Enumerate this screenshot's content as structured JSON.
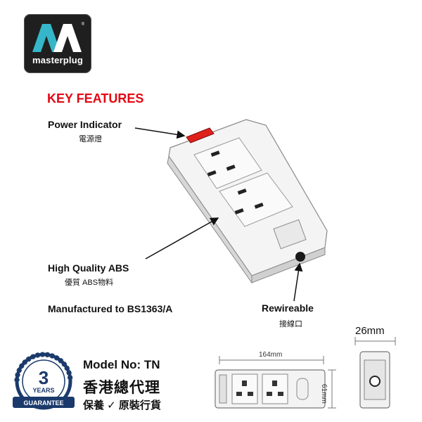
{
  "logo": {
    "name": "masterplug",
    "registered": "®"
  },
  "heading": "KEY FEATURES",
  "features": {
    "power_indicator": {
      "label": "Power Indicator",
      "sub": "電源燈"
    },
    "abs": {
      "label": "High Quality ABS",
      "sub": "優質 ABS物料"
    },
    "standard": {
      "label": "Manufactured to BS1363/A"
    },
    "rewireable": {
      "label": "Rewireable",
      "sub": "接線口"
    }
  },
  "dimensions": {
    "length": "164mm",
    "height": "61mm",
    "depth": "26mm"
  },
  "guarantee": {
    "years": "3",
    "unit": "YEARS",
    "label": "GUARANTEE"
  },
  "model": "Model No: TN",
  "agent": "香港總代理",
  "assurance": "保養 ✓ 原裝行貨",
  "colors": {
    "accent": "#e30613",
    "badge": "#1b3a6b",
    "logo_bg": "#1f1f1f"
  }
}
